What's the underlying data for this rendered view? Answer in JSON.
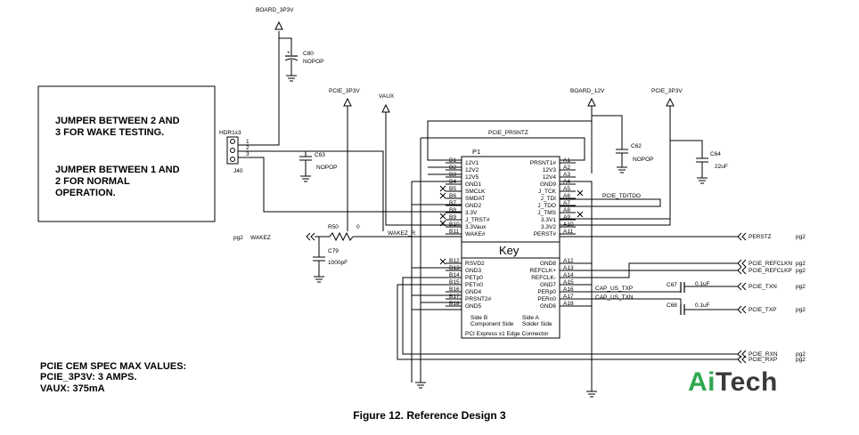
{
  "nets": {
    "board_3p3v": "BOARD_3P3V",
    "pcie_3p3v_a": "PCIE_3P3V",
    "vaux": "VAUX",
    "board_12v": "BOARD_12V",
    "pcie_3p3v_b": "PCIE_3P3V",
    "pcie_prsntz": "PCIE_PRSNTZ",
    "pcie_tditdo": "PCIE_TDITDO",
    "wakez_r": "WAKEZ_R",
    "cap_us_txp": "CAP_US_TXP",
    "cap_us_txn": "CAP_US_TXN"
  },
  "ports": {
    "wakez": {
      "page": "pg2",
      "name": "WAKEZ"
    },
    "perstz": {
      "name": "PERSTZ",
      "page": "pg2"
    },
    "refclkn": {
      "name": "PCIE_REFCLKN",
      "page": "pg2"
    },
    "refclkp": {
      "name": "PCIE_REFCLKP",
      "page": "pg2"
    },
    "txn": {
      "name": "PCIE_TXN",
      "page": "pg2"
    },
    "txp": {
      "name": "PCIE_TXP",
      "page": "pg2"
    },
    "rxn": {
      "name": "PCIE_RXN",
      "page": "pg2"
    },
    "rxp": {
      "name": "PCIE_RXP",
      "page": "pg2"
    }
  },
  "components": {
    "c80": {
      "ref": "C80",
      "value": "NOPOP"
    },
    "c63": {
      "ref": "C63",
      "value": "NOPOP"
    },
    "c62": {
      "ref": "C62",
      "value": "NOPOP"
    },
    "c64": {
      "ref": "C64",
      "value": "22uF"
    },
    "c79": {
      "ref": "C79",
      "value": "1000pF"
    },
    "r50": {
      "ref": "R50",
      "value": "0"
    },
    "c67": {
      "ref": "C67",
      "value": "0.1uF"
    },
    "c68": {
      "ref": "C68",
      "value": "0.1uF"
    },
    "hdr": {
      "ref": "HDR1x3",
      "sub": "J40",
      "pins": [
        "1",
        "2",
        "3"
      ]
    }
  },
  "jumper_note": {
    "line1": "JUMPER BETWEEN 2 AND",
    "line2": "3 FOR WAKE TESTING.",
    "line3": "JUMPER BETWEEN 1 AND",
    "line4": "2 FOR NORMAL",
    "line5": "OPERATION."
  },
  "connector": {
    "ref": "P1",
    "key_label": "Key",
    "side_b": "Side B",
    "side_b_sub": "Component Side",
    "side_a": "Side A",
    "side_a_sub": "Solder Side",
    "title": "PCI Express x1 Edge Connector",
    "left_pins": [
      {
        "num": "B1",
        "name": "12V1"
      },
      {
        "num": "B2",
        "name": "12V2"
      },
      {
        "num": "B3",
        "name": "12V5"
      },
      {
        "num": "B4",
        "name": "GND1"
      },
      {
        "num": "B5",
        "name": "SMCLK"
      },
      {
        "num": "B6",
        "name": "SMDAT"
      },
      {
        "num": "B7",
        "name": "GND2"
      },
      {
        "num": "B8",
        "name": "3.3V"
      },
      {
        "num": "B9",
        "name": "J_TRST#"
      },
      {
        "num": "B10",
        "name": "3.3Vaux"
      },
      {
        "num": "B11",
        "name": "WAKE#"
      }
    ],
    "left_pins_lower": [
      {
        "num": "B12",
        "name": "RSVD2"
      },
      {
        "num": "B13",
        "name": "GND3"
      },
      {
        "num": "B14",
        "name": "PETp0"
      },
      {
        "num": "B15",
        "name": "PETn0"
      },
      {
        "num": "B16",
        "name": "GND4"
      },
      {
        "num": "B17",
        "name": "PRSNT2#"
      },
      {
        "num": "B18",
        "name": "GND5"
      }
    ],
    "right_pins": [
      {
        "num": "A1",
        "name": "PRSNT1#"
      },
      {
        "num": "A2",
        "name": "12V3"
      },
      {
        "num": "A3",
        "name": "12V4"
      },
      {
        "num": "A4",
        "name": "GND9"
      },
      {
        "num": "A5",
        "name": "J_TCK"
      },
      {
        "num": "A6",
        "name": "J_TDI"
      },
      {
        "num": "A7",
        "name": "J_TDO"
      },
      {
        "num": "A8",
        "name": "J_TMS"
      },
      {
        "num": "A9",
        "name": "3.3V1"
      },
      {
        "num": "A10",
        "name": "3.3V2"
      },
      {
        "num": "A11",
        "name": "PERST#"
      }
    ],
    "right_pins_lower": [
      {
        "num": "A12",
        "name": "GND8"
      },
      {
        "num": "A13",
        "name": "REFCLK+"
      },
      {
        "num": "A14",
        "name": "REFCLK-"
      },
      {
        "num": "A15",
        "name": "GND7"
      },
      {
        "num": "A16",
        "name": "PERp0"
      },
      {
        "num": "A17",
        "name": "PERn0"
      },
      {
        "num": "A18",
        "name": "GND6"
      }
    ]
  },
  "spec_note": {
    "line1": "PCIE CEM SPEC MAX VALUES:",
    "line2": "PCIE_3P3V:  3 AMPS.",
    "line3": "VAUX:  375mA"
  },
  "caption": "Figure 12.  Reference Design 3",
  "logo": {
    "part1": "Ai",
    "part2": "Tech"
  }
}
